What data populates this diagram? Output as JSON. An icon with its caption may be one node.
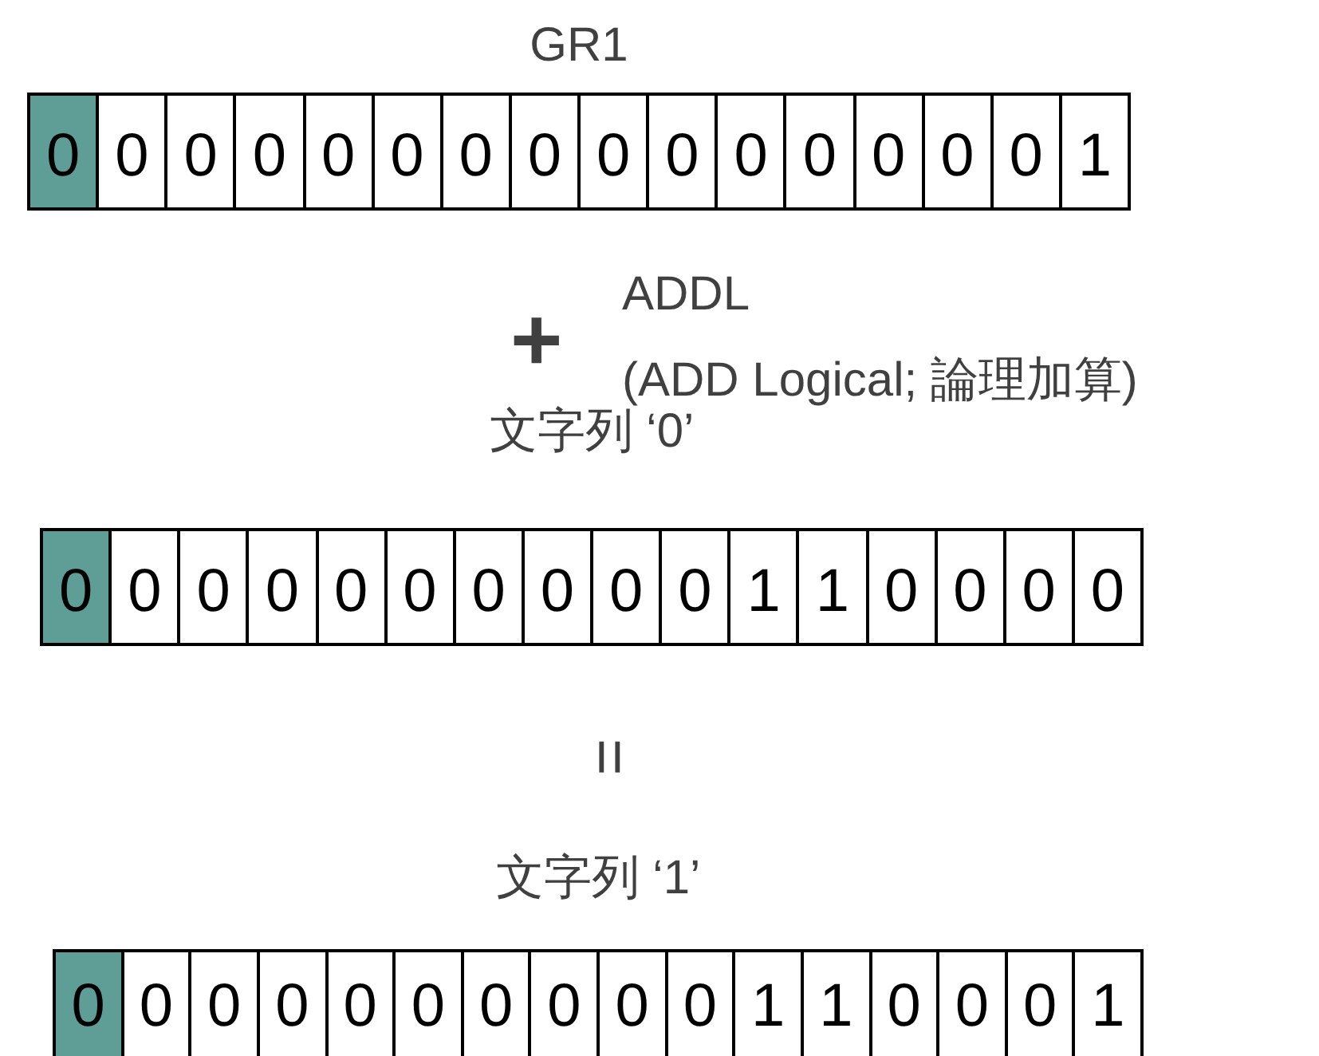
{
  "diagram": {
    "nodes": [
      {
        "text": [
          "GR1"
        ]
      },
      {
        "text": [
          "0"
        ],
        "in": 0
      },
      {
        "text": [
          "0"
        ],
        "in": 0
      },
      {
        "text": [
          "0"
        ],
        "in": 0
      },
      {
        "text": [
          "0"
        ],
        "in": 0
      },
      {
        "text": [
          "0"
        ],
        "in": 0
      },
      {
        "text": [
          "0"
        ],
        "in": 0
      },
      {
        "text": [
          "0"
        ],
        "in": 0
      },
      {
        "text": [
          "0"
        ],
        "in": 0
      },
      {
        "text": [
          "0"
        ],
        "in": 0
      },
      {
        "text": [
          "0"
        ],
        "in": 0
      },
      {
        "text": [
          "0"
        ],
        "in": 0
      },
      {
        "text": [
          "0"
        ],
        "in": 0
      },
      {
        "text": [
          "0"
        ],
        "in": 0
      },
      {
        "text": [
          "0"
        ],
        "in": 0
      },
      {
        "text": [
          "0"
        ],
        "in": 0
      },
      {
        "text": [
          "1"
        ],
        "in": 0
      },
      {
        "text": [
          "文字列 ‘0’"
        ]
      },
      {
        "text": [
          "0"
        ],
        "in": 17
      },
      {
        "text": [
          "0"
        ],
        "in": 17
      },
      {
        "text": [
          "0"
        ],
        "in": 17
      },
      {
        "text": [
          "0"
        ],
        "in": 17
      },
      {
        "text": [
          "0"
        ],
        "in": 17
      },
      {
        "text": [
          "0"
        ],
        "in": 17
      },
      {
        "text": [
          "0"
        ],
        "in": 17
      },
      {
        "text": [
          "0"
        ],
        "in": 17
      },
      {
        "text": [
          "0"
        ],
        "in": 17
      },
      {
        "text": [
          "0"
        ],
        "in": 17
      },
      {
        "text": [
          "1"
        ],
        "in": 17
      },
      {
        "text": [
          "1"
        ],
        "in": 17
      },
      {
        "text": [
          "0"
        ],
        "in": 17
      },
      {
        "text": [
          "0"
        ],
        "in": 17
      },
      {
        "text": [
          "0"
        ],
        "in": 17
      },
      {
        "text": [
          "0"
        ],
        "in": 17
      },
      {
        "text": [
          "文字列 ‘1’"
        ]
      },
      {
        "text": [
          "0"
        ],
        "in": 34
      },
      {
        "text": [
          "0"
        ],
        "in": 34
      },
      {
        "text": [
          "0"
        ],
        "in": 34
      },
      {
        "text": [
          "0"
        ],
        "in": 34
      },
      {
        "text": [
          "0"
        ],
        "in": 34
      },
      {
        "text": [
          "0"
        ],
        "in": 34
      },
      {
        "text": [
          "0"
        ],
        "in": 34
      },
      {
        "text": [
          "0"
        ],
        "in": 34
      },
      {
        "text": [
          "0"
        ],
        "in": 34
      },
      {
        "text": [
          "0"
        ],
        "in": 34
      },
      {
        "text": [
          "1"
        ],
        "in": 34
      },
      {
        "text": [
          "1"
        ],
        "in": 34
      },
      {
        "text": [
          "0"
        ],
        "in": 34
      },
      {
        "text": [
          "0"
        ],
        "in": 34
      },
      {
        "text": [
          "0"
        ],
        "in": 34
      },
      {
        "text": [
          "1"
        ],
        "in": 34
      }
    ],
    "labels": [
      "+",
      "ADDL",
      "(ADD Logical; 論理加算)",
      "="
    ]
  }
}
